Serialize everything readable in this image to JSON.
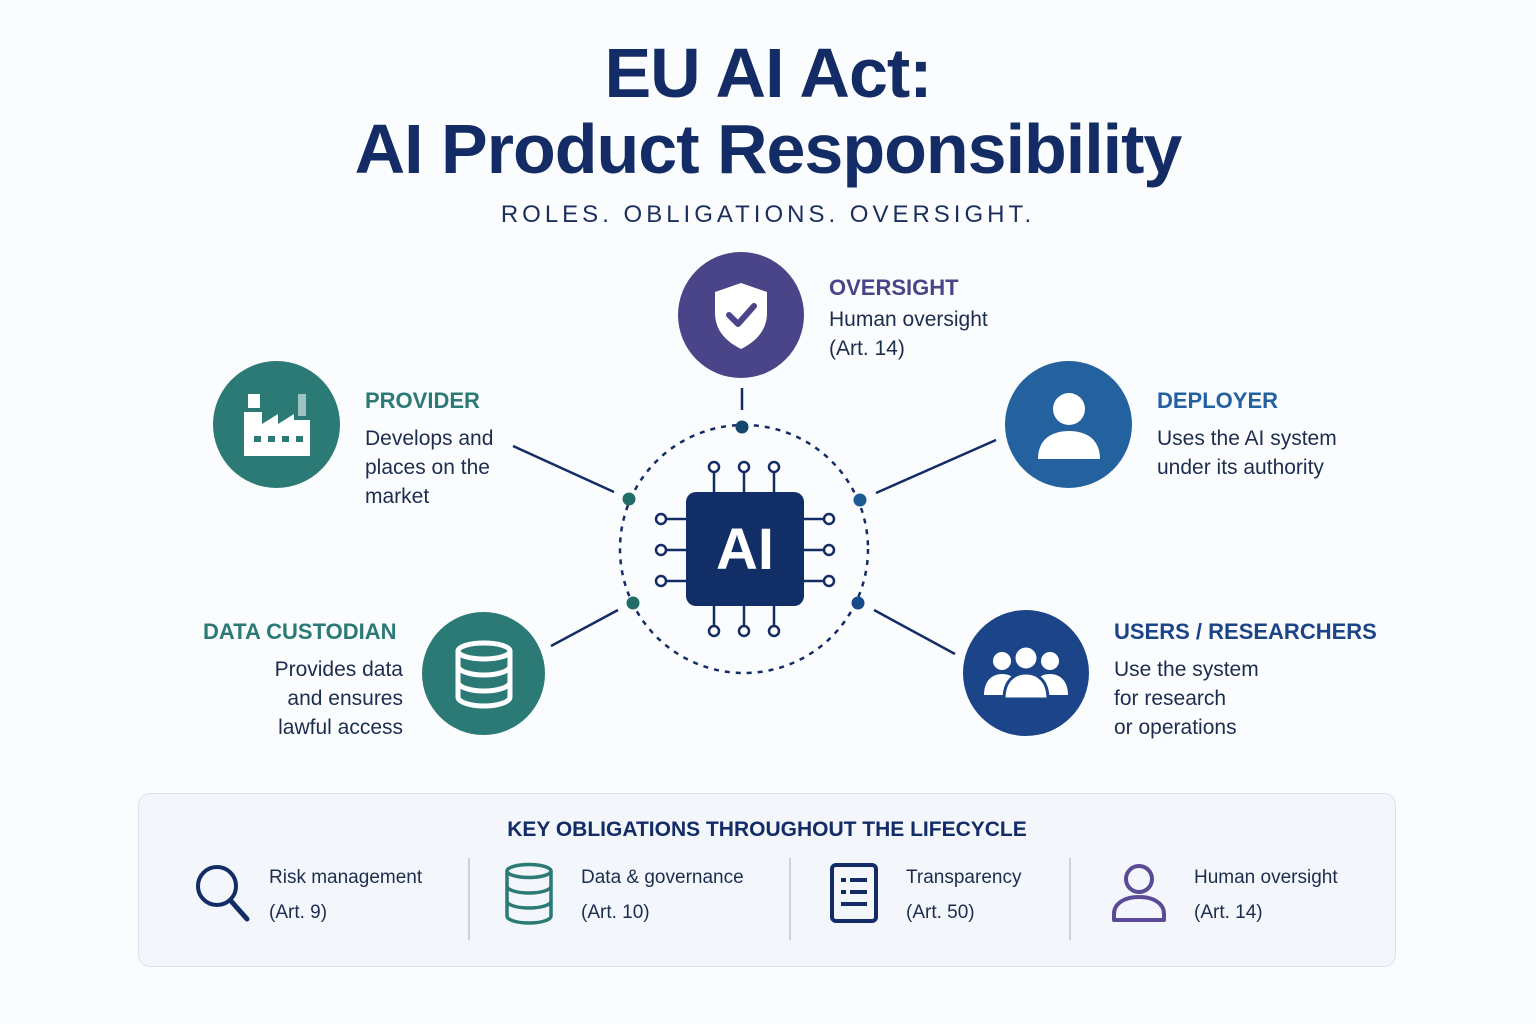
{
  "header": {
    "title_line1": "EU AI Act:",
    "title_line2": "AI Product Responsibility",
    "subtitle": "ROLES. OBLIGATIONS. OVERSIGHT."
  },
  "center": {
    "label": "AI",
    "color": "#112f66"
  },
  "roles": {
    "oversight": {
      "title": "OVERSIGHT",
      "lines": [
        "Human oversight",
        "(Art. 14)"
      ],
      "color": "#4a4589",
      "icon": "shield-check-icon"
    },
    "provider": {
      "title": "PROVIDER",
      "lines": [
        "Develops and",
        "places on the",
        "market"
      ],
      "color": "#2b7a75",
      "icon": "factory-icon"
    },
    "deployer": {
      "title": "DEPLOYER",
      "lines": [
        "Uses the AI system",
        "under its authority"
      ],
      "color": "#24619f",
      "icon": "user-icon"
    },
    "data_custodian": {
      "title": "DATA CUSTODIAN",
      "lines": [
        "Provides data",
        "and ensures",
        "lawful access"
      ],
      "color": "#2b7a75",
      "icon": "database-icon"
    },
    "users": {
      "title": "USERS / RESEARCHERS",
      "lines": [
        "Use the system",
        "for research",
        "or operations"
      ],
      "color": "#1b4588",
      "icon": "group-icon"
    }
  },
  "obligations": {
    "title": "KEY OBLIGATIONS THROUGHOUT THE LIFECYCLE",
    "items": [
      {
        "name": "Risk management",
        "article": "(Art. 9)",
        "icon": "magnifier-icon",
        "color": "#132c66"
      },
      {
        "name": "Data & governance",
        "article": "(Art. 10)",
        "icon": "database-icon",
        "color": "#2b7a75"
      },
      {
        "name": "Transparency",
        "article": "(Art. 50)",
        "icon": "document-icon",
        "color": "#132c66"
      },
      {
        "name": "Human oversight",
        "article": "(Art. 14)",
        "icon": "person-outline-icon",
        "color": "#5b4a96"
      }
    ]
  }
}
